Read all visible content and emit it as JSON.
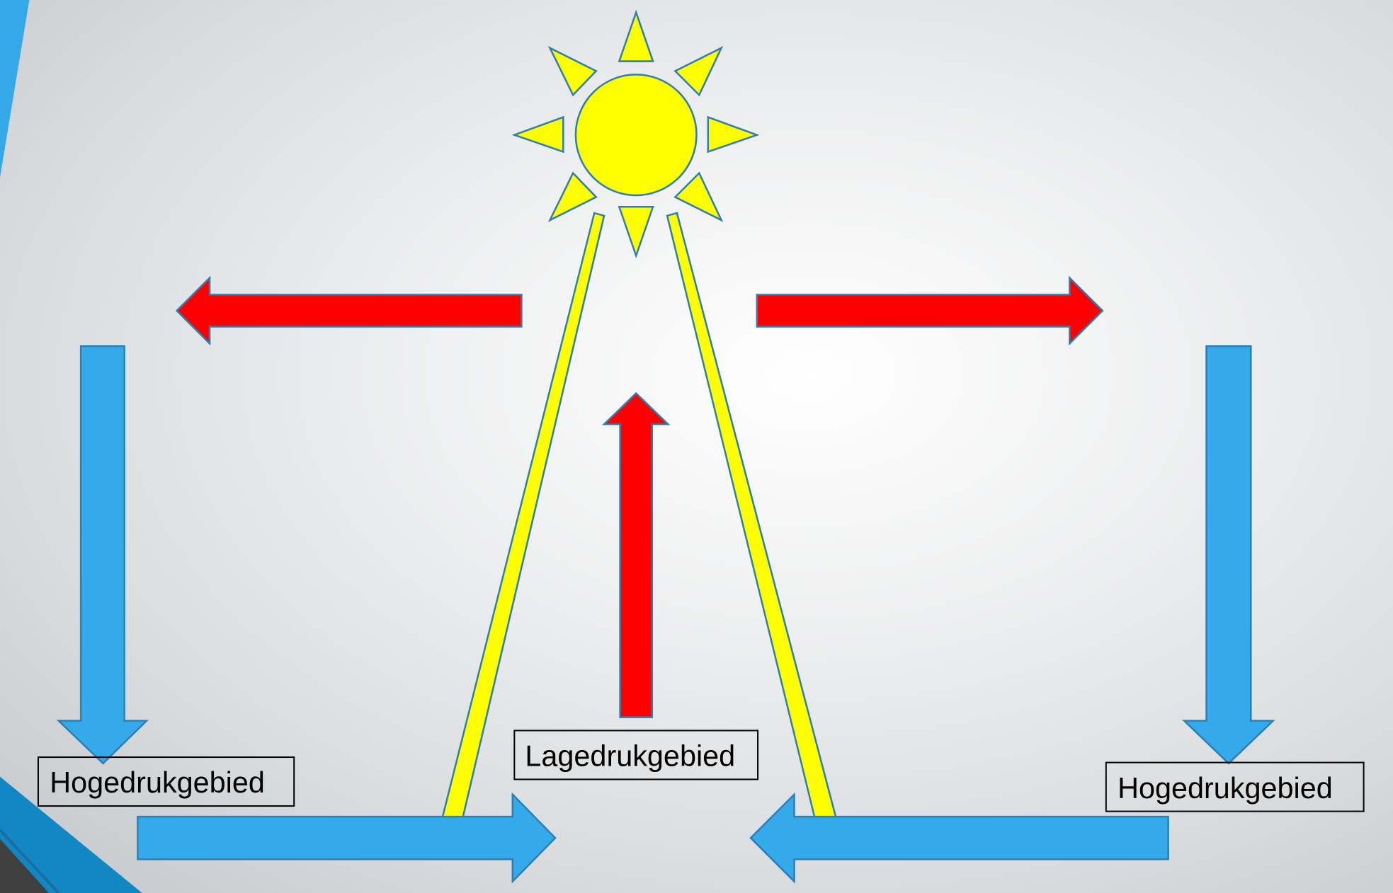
{
  "slide": {
    "labels": {
      "left_high": "Hogedrukgebied",
      "center_low": "Lagedrukgebied",
      "right_high": "Hogedrukgebied"
    },
    "colors": {
      "sun": "#ffff00",
      "warm_air": "#ff0000",
      "cool_air": "#34aaea",
      "accent": "#1187c4"
    }
  }
}
